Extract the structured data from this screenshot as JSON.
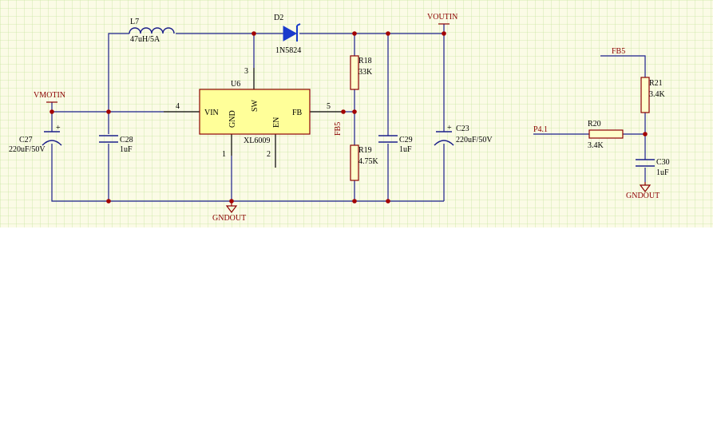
{
  "labels": {
    "L7": "L7",
    "L7_value": "47uH/5A",
    "D2": "D2",
    "D2_value": "1N5824",
    "VOUTIN": "VOUTIN",
    "VMOTIN": "VMOTIN",
    "U6": "U6",
    "U6_value": "XL6009",
    "pin_VIN": "VIN",
    "pin_GND": "GND",
    "pin_SW": "SW",
    "pin_EN": "EN",
    "pin_FB": "FB",
    "pin4": "4",
    "pin3": "3",
    "pin5": "5",
    "pin1": "1",
    "pin2": "2",
    "C27": "C27",
    "C27_value": "220uF/50V",
    "C28": "C28",
    "C28_value": "1uF",
    "R18": "R18",
    "R18_value": "33K",
    "R19": "R19",
    "R19_value": "4.75K",
    "FB5_vertical": "FB5",
    "C29": "C29",
    "C29_value": "1uF",
    "C23": "C23",
    "C23_value": "220uF/50V",
    "GNDOUT_main": "GNDOUT",
    "FB5_right": "FB5",
    "R21": "R21",
    "R21_value": "3.4K",
    "P41": "P4.1",
    "R20": "R20",
    "R20_value": "3.4K",
    "C30": "C30",
    "C30_value": "1uF",
    "GNDOUT_right": "GNDOUT",
    "plus": "+"
  },
  "colors": {
    "wire": "#1b1f8a",
    "junction": "#a30000",
    "net_label": "#8b0000",
    "grid": "#c8e6a0",
    "ic_fill": "#ffff99",
    "diode": "#1a3acc"
  }
}
